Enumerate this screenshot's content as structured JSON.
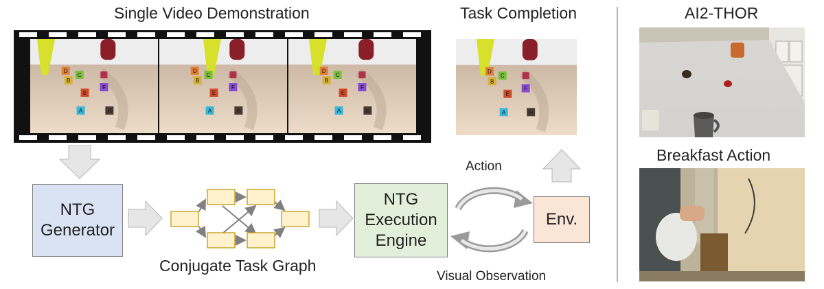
{
  "titles": {
    "demo": "Single Video Demonstration",
    "completion": "Task Completion",
    "ai2thor": "AI2-THOR",
    "breakfast": "Breakfast Action"
  },
  "boxes": {
    "generator": [
      "NTG",
      "Generator"
    ],
    "execution": [
      "NTG",
      "Execution",
      "Engine"
    ],
    "env": "Env."
  },
  "labels": {
    "graph": "Conjugate Task Graph",
    "action": "Action",
    "observation": "Visual Observation"
  },
  "cubes": [
    "D",
    "C",
    "B",
    "E",
    "F",
    "A",
    "H"
  ],
  "colors": {
    "generator_fill": "#dae3f3",
    "execution_fill": "#e2efda",
    "env_fill": "#fbe5d6",
    "graph_node_fill": "#fff2cc",
    "graph_node_stroke": "#bf9000",
    "arrow_fill": "#e6e6e6",
    "film_black": "#111111"
  }
}
